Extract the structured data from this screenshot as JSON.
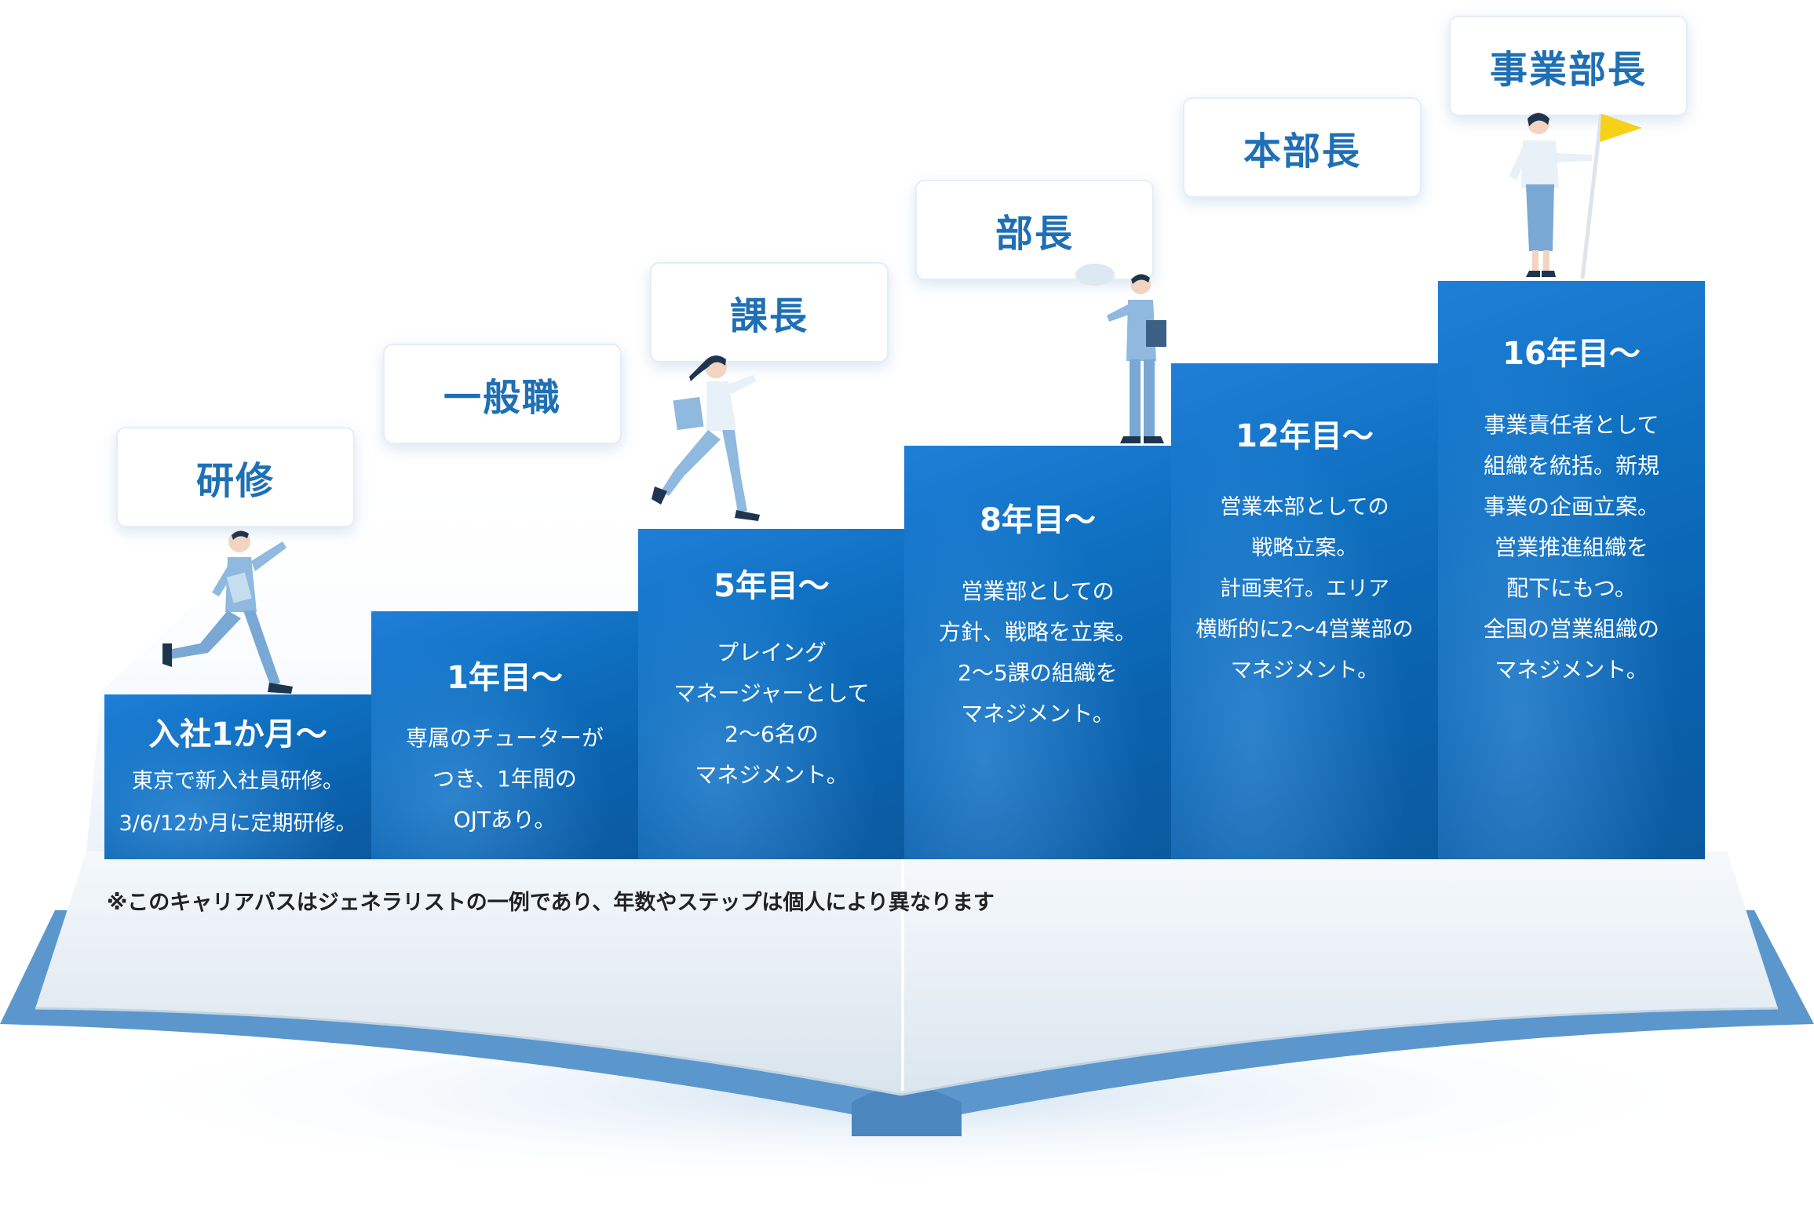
{
  "colors": {
    "accent": "#1f6fb5",
    "step_dark": "#0b5a9f",
    "step_light": "#1f7fd8",
    "book_cover": "#5b97cd",
    "flag": "#f7d117"
  },
  "steps": [
    {
      "role": "研修",
      "year": "入社1か月〜",
      "lines": [
        "東京で新入社員研修。",
        "3/6/12か月に定期研修。"
      ]
    },
    {
      "role": "一般職",
      "year": "1年目〜",
      "lines": [
        "専属のチューターが",
        "つき、1年間の",
        "OJTあり。"
      ]
    },
    {
      "role": "課長",
      "year": "5年目〜",
      "lines": [
        "プレイング",
        "マネージャーとして",
        "2〜6名の",
        "マネジメント。"
      ]
    },
    {
      "role": "部長",
      "year": "8年目〜",
      "lines": [
        "営業部としての",
        "方針、戦略を立案。",
        "2〜5課の組織を",
        "マネジメント。"
      ]
    },
    {
      "role": "本部長",
      "year": "12年目〜",
      "lines": [
        "営業本部としての",
        "戦略立案。",
        "計画実行。エリア",
        "横断的に2〜4営業部の",
        "マネジメント。"
      ]
    },
    {
      "role": "事業部長",
      "year": "16年目〜",
      "lines": [
        "事業責任者として",
        "組織を統括。新規",
        "事業の企画立案。",
        "営業推進組織を",
        "配下にもつ。",
        "全国の営業組織の",
        "マネジメント。"
      ]
    }
  ],
  "note": "※このキャリアパスはジェネラリストの一例であり、年数やステップは個人により異なります",
  "icons": {
    "figure_1": "running-man-icon",
    "figure_2": "running-woman-icon",
    "figure_3": "speaking-man-icon",
    "figure_4": "woman-with-flag-icon",
    "book": "open-book-icon"
  }
}
